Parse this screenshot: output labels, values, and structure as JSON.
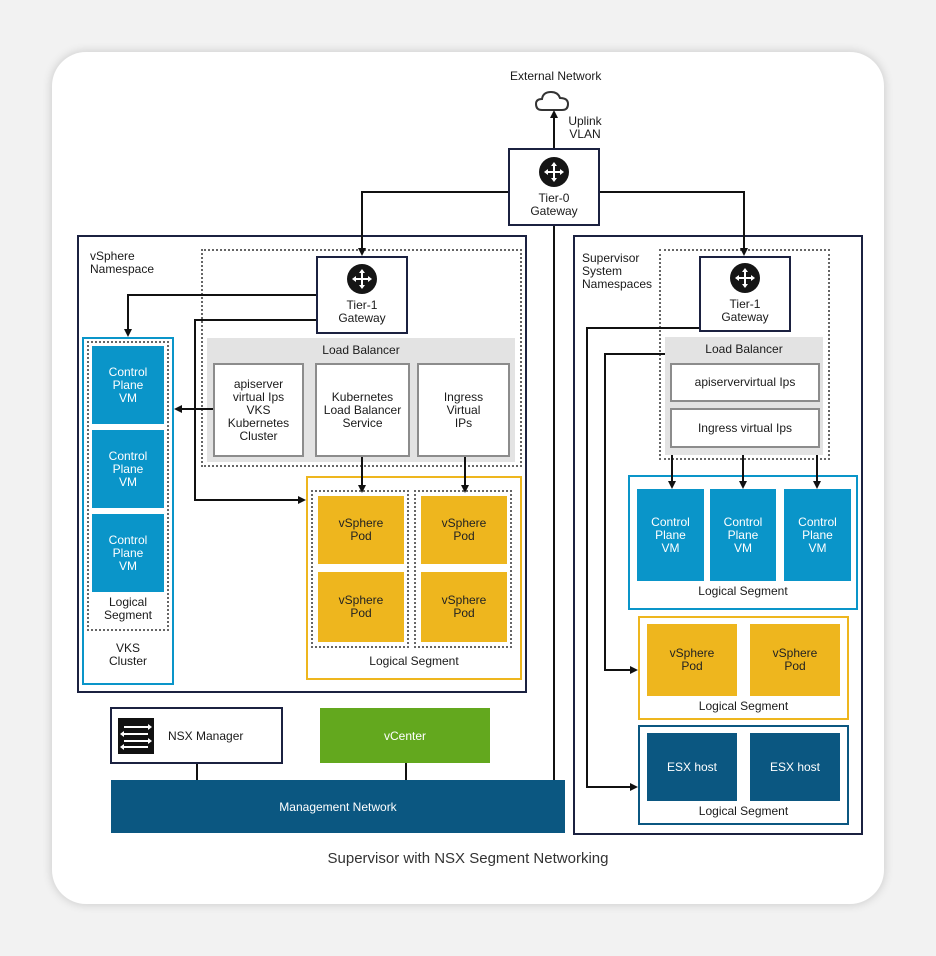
{
  "external_network": "External Network",
  "uplink_vlan": "Uplink\nVLAN",
  "tier0": "Tier-0\nGateway",
  "caption": "Supervisor with NSX Segment Networking",
  "vsphere_ns": {
    "title": "vSphere\nNamespace",
    "tier1": "Tier-1\nGateway",
    "load_balancer": "Load Balancer",
    "lb_items": [
      "apiserver\nvirtual Ips\nVKS\nKubernetes\nCluster",
      "Kubernetes\nLoad Balancer\nService",
      "Ingress\nVirtual\nIPs"
    ],
    "control_planes": [
      "Control\nPlane\nVM",
      "Control\nPlane\nVM",
      "Control\nPlane\nVM"
    ],
    "vks_segment": "Logical\nSegment",
    "vks_cluster": "VKS\nCluster",
    "pods": [
      "vSphere\nPod",
      "vSphere\nPod",
      "vSphere\nPod",
      "vSphere\nPod"
    ],
    "pod_segment": "Logical Segment"
  },
  "supervisor_ns": {
    "title": "Supervisor\nSystem\nNamespaces",
    "tier1": "Tier-1\nGateway",
    "load_balancer": "Load Balancer",
    "lb_items": [
      "apiservervirtual Ips",
      "Ingress virtual Ips"
    ],
    "control_planes": [
      "Control\nPlane\nVM",
      "Control\nPlane\nVM",
      "Control\nPlane\nVM"
    ],
    "cp_segment": "Logical Segment",
    "pods": [
      "vSphere\nPod",
      "vSphere\nPod"
    ],
    "pod_segment": "Logical Segment",
    "esx": [
      "ESX host",
      "ESX host"
    ],
    "esx_segment": "Logical Segment"
  },
  "nsx_manager": "NSX Manager",
  "vcenter": "vCenter",
  "management_network": "Management Network",
  "colors": {
    "navy": "#1b2140",
    "blue": "#0a95c9",
    "yellow": "#eeb61e",
    "dark_blue": "#0b5781",
    "green": "#63a81e"
  }
}
